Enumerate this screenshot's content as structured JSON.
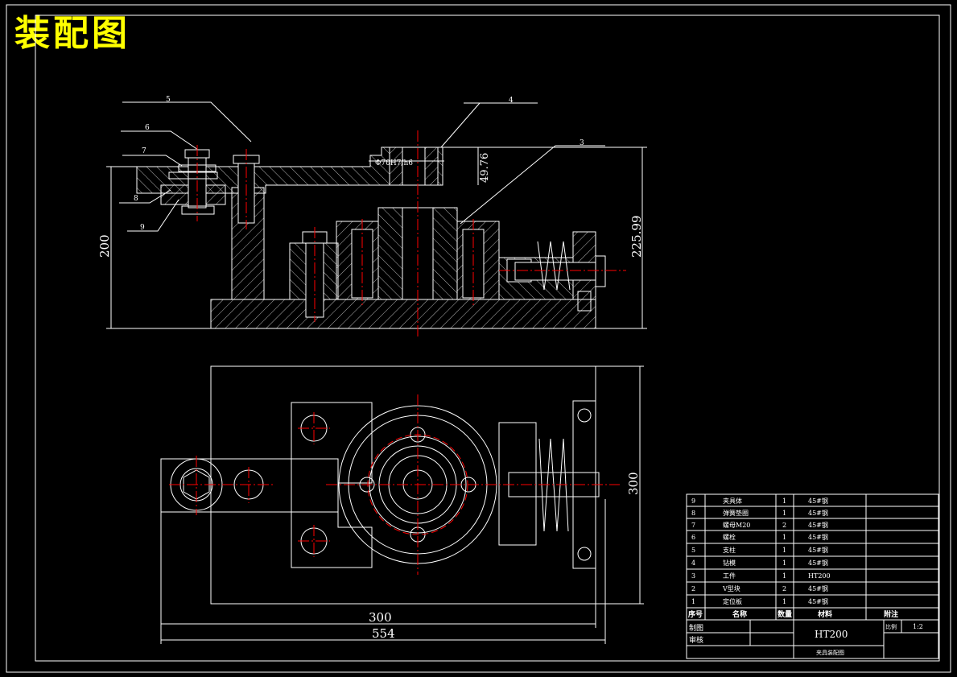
{
  "title": "装配图",
  "views": {
    "front": {
      "balloons": [
        "5",
        "4",
        "6",
        "7",
        "3",
        "8",
        "9"
      ],
      "fit_label": "Φ70H7/h6",
      "dims": {
        "height_left": "200",
        "height_right": "225.99",
        "boss_height": "49.76"
      }
    },
    "top": {
      "dims": {
        "width_inner": "300",
        "width_overall": "554",
        "depth": "300"
      }
    }
  },
  "bom": {
    "rows": [
      {
        "no": "9",
        "name": "夹具体",
        "qty": "1",
        "material": "45#钢"
      },
      {
        "no": "8",
        "name": "弹簧垫圈",
        "qty": "1",
        "material": "45#钢"
      },
      {
        "no": "7",
        "name": "螺母M20",
        "qty": "2",
        "material": "45#钢"
      },
      {
        "no": "6",
        "name": "螺栓",
        "qty": "1",
        "material": "45#钢"
      },
      {
        "no": "5",
        "name": "支柱",
        "qty": "1",
        "material": "45#钢"
      },
      {
        "no": "4",
        "name": "钻模",
        "qty": "1",
        "material": "45#钢"
      },
      {
        "no": "3",
        "name": "工件",
        "qty": "1",
        "material": "HT200"
      },
      {
        "no": "2",
        "name": "V型块",
        "qty": "2",
        "material": "45#钢"
      },
      {
        "no": "1",
        "name": "定位板",
        "qty": "1",
        "material": "45#钢"
      }
    ],
    "headers": {
      "no": "序号",
      "name": "名称",
      "qty": "数量",
      "material": "材料",
      "note": "附注"
    },
    "title_block": {
      "drawn": "制图",
      "checked": "审核",
      "material": "HT200",
      "scale_label": "比例",
      "scale": "1:2",
      "drawing_name": "夹具装配图"
    }
  },
  "colors": {
    "line": "#ffffff",
    "center": "#ff0000",
    "title": "#ffff00"
  }
}
